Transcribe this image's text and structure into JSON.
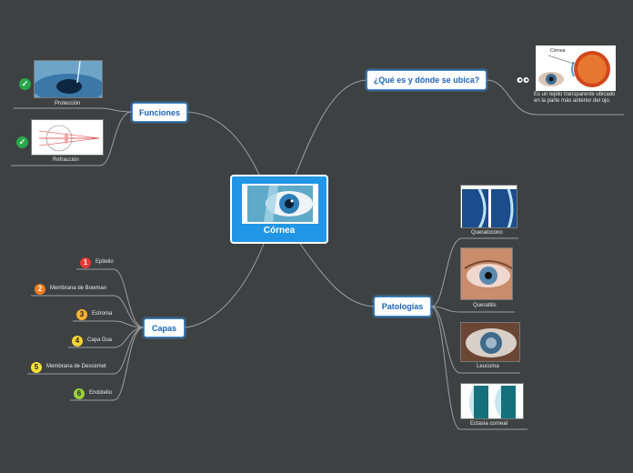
{
  "central": {
    "title": "Córnea"
  },
  "branches": {
    "que_es": {
      "title": "¿Qué es y dónde se ubica?",
      "description": "Es un tejido transparente ubicado en la parte más anterior del ojo.",
      "image_label": "Córnea"
    },
    "funciones": {
      "title": "Funciones",
      "items": [
        {
          "label": "Protección"
        },
        {
          "label": "Refracción"
        }
      ]
    },
    "capas": {
      "title": "Capas",
      "items": [
        {
          "number": "1",
          "label": "Epitelio",
          "color": "#e53935"
        },
        {
          "number": "2",
          "label": "Membrana de Bowman",
          "color": "#f57c21"
        },
        {
          "number": "3",
          "label": "Estroma",
          "color": "#f9b233"
        },
        {
          "number": "4",
          "label": "Capa Dua",
          "color": "#f7d33a"
        },
        {
          "number": "5",
          "label": "Membrana de Descemet",
          "color": "#f5e23a"
        },
        {
          "number": "6",
          "label": "Endotelio",
          "color": "#9bd03c"
        }
      ]
    },
    "patologias": {
      "title": "Patologías",
      "items": [
        {
          "label": "Queratocono"
        },
        {
          "label": "Queratitis"
        },
        {
          "label": "Leucoma"
        },
        {
          "label": "Ectasia corneal"
        }
      ]
    }
  },
  "colors": {
    "background": "#3d4142",
    "accent": "#2196e6",
    "link": "#9aa0a3",
    "check": "#29a84a"
  }
}
